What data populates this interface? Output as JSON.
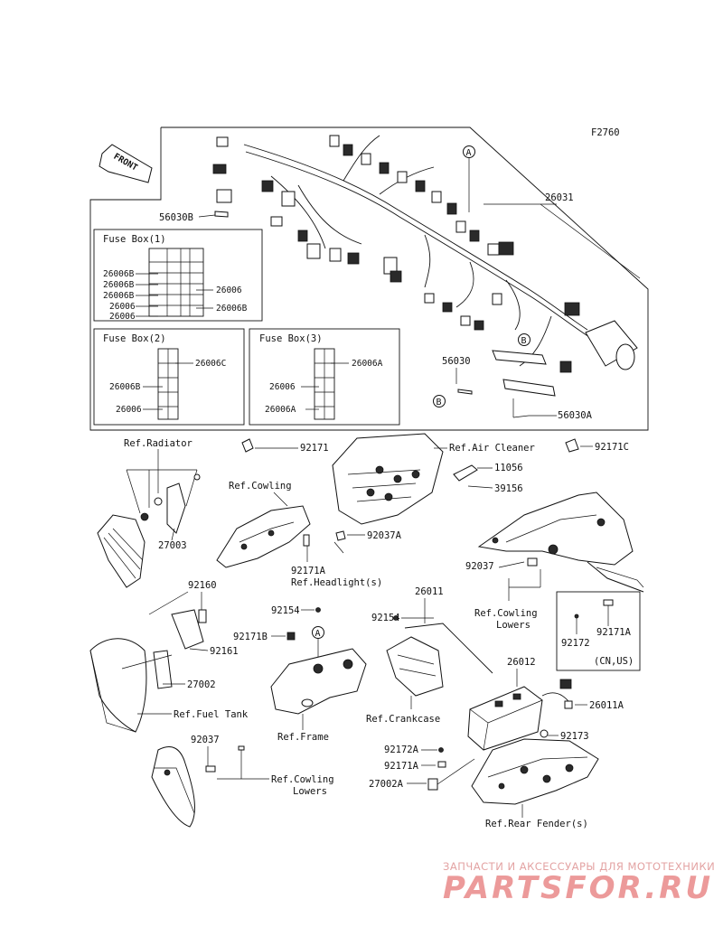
{
  "diagram_code": "F2760",
  "front_label": "FRONT",
  "fuse_boxes": {
    "box1": {
      "title": "Fuse Box(1)",
      "left": [
        "26006B",
        "26006B",
        "26006B",
        "26006",
        "26006"
      ],
      "right": [
        "26006",
        "26006B"
      ]
    },
    "box2": {
      "title": "Fuse Box(2)",
      "labels": [
        "26006C",
        "26006B",
        "26006"
      ]
    },
    "box3": {
      "title": "Fuse Box(3)",
      "labels": [
        "26006A",
        "26006",
        "26006A"
      ]
    }
  },
  "callouts": {
    "c26031": "26031",
    "c56030B": "56030B",
    "c56030": "56030",
    "c56030A": "56030A",
    "circleA": "A",
    "circleB": "B",
    "refRadiator": "Ref.Radiator",
    "c92171": "92171",
    "refAirCleaner": "Ref.Air Cleaner",
    "c92171C": "92171C",
    "c11056": "11056",
    "c39156": "39156",
    "refCowling": "Ref.Cowling",
    "c27003": "27003",
    "c92037A": "92037A",
    "c92171A_1": "92171A",
    "refHeadlights": "Ref.Headlight(s)",
    "c92037_1": "92037",
    "refCowlingLowers1a": "Ref.Cowling",
    "refCowlingLowers1b": "Lowers",
    "c92172": "92172",
    "c92171A_2": "92171A",
    "cnus": "(CN,US)",
    "c92160": "92160",
    "c92161": "92161",
    "c27002": "27002",
    "refFuelTank": "Ref.Fuel Tank",
    "c92154_1": "92154",
    "c92171B": "92171B",
    "refFrame": "Ref.Frame",
    "c26011": "26011",
    "c92154_2": "92154",
    "refCrankcase": "Ref.Crankcase",
    "c26012": "26012",
    "c26011A": "26011A",
    "c92173": "92173",
    "c92037_2": "92037",
    "refCowlingLowers2a": "Ref.Cowling",
    "refCowlingLowers2b": "Lowers",
    "c92172A": "92172A",
    "c92171A_3": "92171A",
    "c27002A": "27002A",
    "refRearFender": "Ref.Rear Fender(s)"
  },
  "watermark": {
    "top": "ЗАПЧАСТИ И АКСЕССУАРЫ ДЛЯ МОТОТЕХНИКИ",
    "brand": "PARTSFOR.RU",
    "color": "#ec9a9a"
  }
}
